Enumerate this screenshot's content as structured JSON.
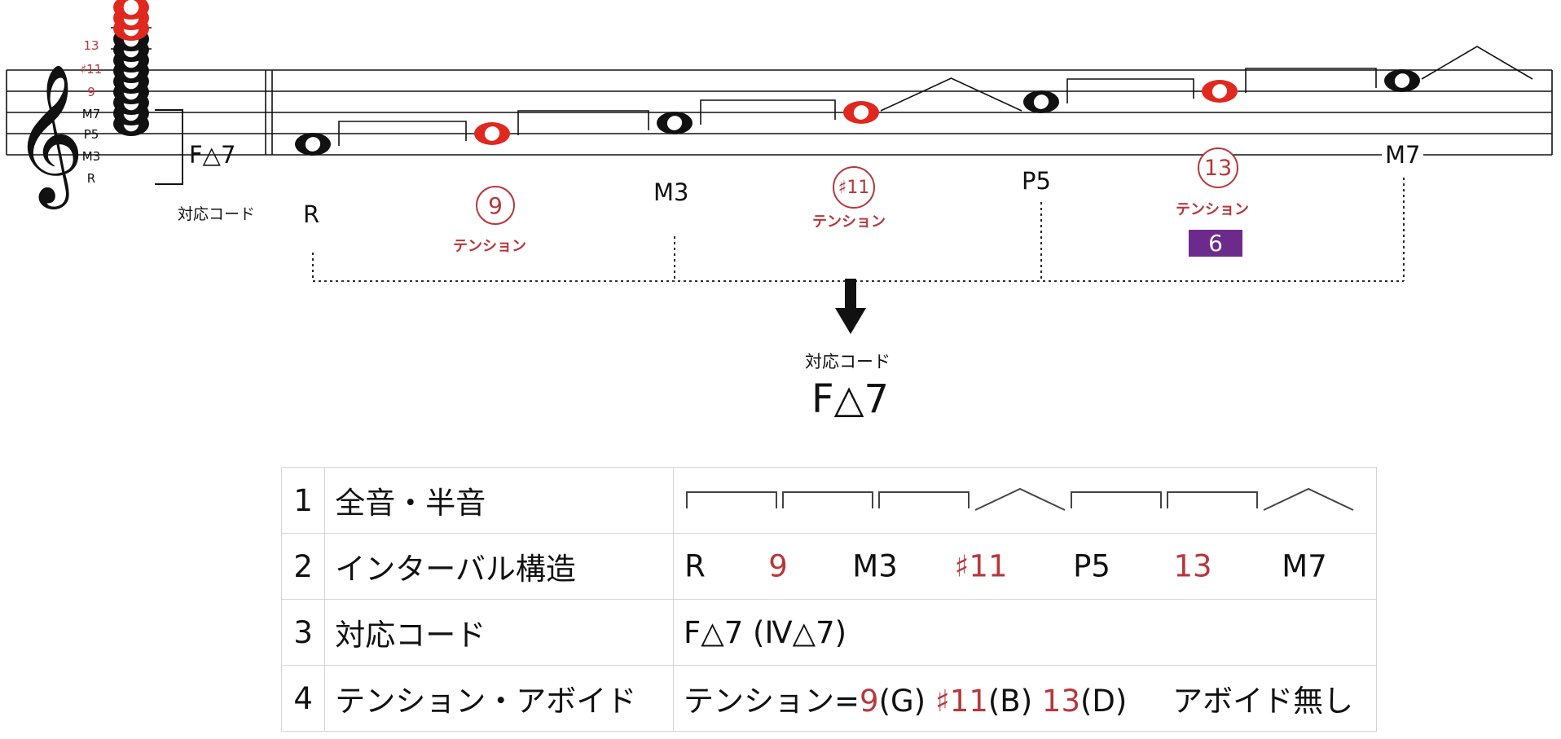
{
  "score": {
    "chord_stack_labels": [
      "13",
      "♯11",
      "9",
      "M7",
      "P5",
      "M3",
      "R"
    ],
    "chord_stack_label_colors": [
      "red",
      "red",
      "red",
      "black",
      "black",
      "black",
      "black"
    ],
    "left_chord_name": "F△7",
    "left_corresponding_label": "対応コード",
    "scale_notes": [
      {
        "label": "R",
        "tension": false
      },
      {
        "label": "9",
        "tension": true
      },
      {
        "label": "M3",
        "tension": false
      },
      {
        "label": "♯11",
        "tension": true
      },
      {
        "label": "P5",
        "tension": false
      },
      {
        "label": "13",
        "tension": true
      },
      {
        "label": "M7",
        "tension": false
      }
    ],
    "tension_word": "テンション",
    "badge_13_alt": "6",
    "step_pattern": [
      "whole",
      "whole",
      "whole",
      "half",
      "whole",
      "whole",
      "half"
    ]
  },
  "result": {
    "label": "対応コード",
    "chord": "F△7"
  },
  "table": {
    "rows": [
      {
        "num": "1",
        "header": "全音・半音"
      },
      {
        "num": "2",
        "header": "インターバル構造",
        "intervals": [
          {
            "text": "R",
            "color": "black"
          },
          {
            "text": "9",
            "color": "red"
          },
          {
            "text": "M3",
            "color": "black"
          },
          {
            "text": "♯11",
            "color": "red"
          },
          {
            "text": "P5",
            "color": "black"
          },
          {
            "text": "13",
            "color": "red"
          },
          {
            "text": "M7",
            "color": "black"
          }
        ]
      },
      {
        "num": "3",
        "header": "対応コード",
        "content": "F△7 (Ⅳ△7)"
      },
      {
        "num": "4",
        "header": "テンション・アボイド",
        "tension_prefix": "テンション=",
        "t1_num": "9",
        "t1_note": "(G)",
        "t2_num": "♯11",
        "t2_note": "(B)",
        "t3_num": "13",
        "t3_note": "(D)",
        "avoid": "アボイド無し"
      }
    ]
  },
  "colors": {
    "red": "#e0281f",
    "label_red": "#b7373b",
    "badge": "#6d2a8d",
    "line": "#111111"
  }
}
